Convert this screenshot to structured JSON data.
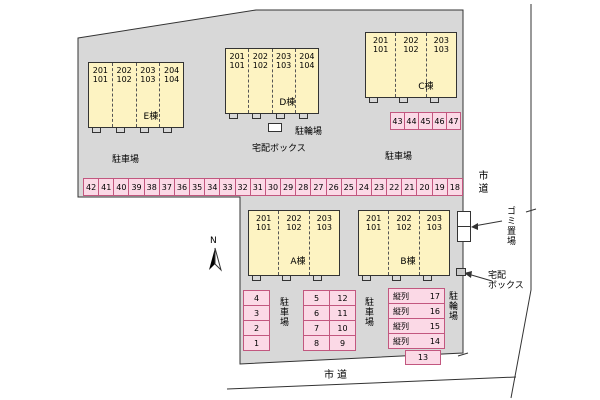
{
  "colors": {
    "site_fill": "#d8d8d8",
    "building_fill": "#fdf3c2",
    "building_border": "#333333",
    "parking_fill": "#fbd9e6",
    "parking_border": "#c2577f",
    "line_color": "#333333"
  },
  "labels": {
    "parking_upper_left": "駐車場",
    "parking_upper_right": "駐車場",
    "bike_upper": "駐輪場",
    "delivery_upper": "宅配ボックス",
    "road_right": "市道",
    "road_bottom": "市道",
    "garbage": "ゴミ置場",
    "delivery_right_1": "宅配",
    "delivery_right_2": "ボックス",
    "parking_lower_left": "駐車場",
    "parking_lower_mid": "駐車場",
    "bike_lower": "駐輪場",
    "compass": "N"
  },
  "buildings": [
    {
      "name": "E棟",
      "units_top": [
        "201",
        "202",
        "203",
        "204"
      ],
      "units_bottom": [
        "101",
        "102",
        "103",
        "104"
      ]
    },
    {
      "name": "D棟",
      "units_top": [
        "201",
        "202",
        "203",
        "204"
      ],
      "units_bottom": [
        "101",
        "102",
        "103",
        "104"
      ]
    },
    {
      "name": "C棟",
      "units_top": [
        "201",
        "202",
        "203"
      ],
      "units_bottom": [
        "101",
        "102",
        "103"
      ]
    },
    {
      "name": "A棟",
      "units_top": [
        "201",
        "202",
        "203"
      ],
      "units_bottom": [
        "101",
        "102",
        "103"
      ]
    },
    {
      "name": "B棟",
      "units_top": [
        "201",
        "202",
        "203"
      ],
      "units_bottom": [
        "101",
        "102",
        "103"
      ]
    }
  ],
  "parking": {
    "upper_right_row": [
      "43",
      "44",
      "45",
      "46",
      "47"
    ],
    "long_row": [
      "42",
      "41",
      "40",
      "39",
      "38",
      "37",
      "36",
      "35",
      "34",
      "33",
      "32",
      "31",
      "30",
      "29",
      "28",
      "27",
      "26",
      "25",
      "24",
      "23",
      "22",
      "21",
      "20",
      "19",
      "18"
    ],
    "bottom_left": [
      "4",
      "3",
      "2",
      "1"
    ],
    "bottom_mid_left": [
      "5",
      "6",
      "7",
      "8"
    ],
    "bottom_mid_right": [
      "12",
      "11",
      "10",
      "9"
    ],
    "tandem_rows": [
      {
        "label": "縦列",
        "no": "17"
      },
      {
        "label": "縦列",
        "no": "16"
      },
      {
        "label": "縦列",
        "no": "15"
      },
      {
        "label": "縦列",
        "no": "14"
      }
    ],
    "box13": "13"
  }
}
